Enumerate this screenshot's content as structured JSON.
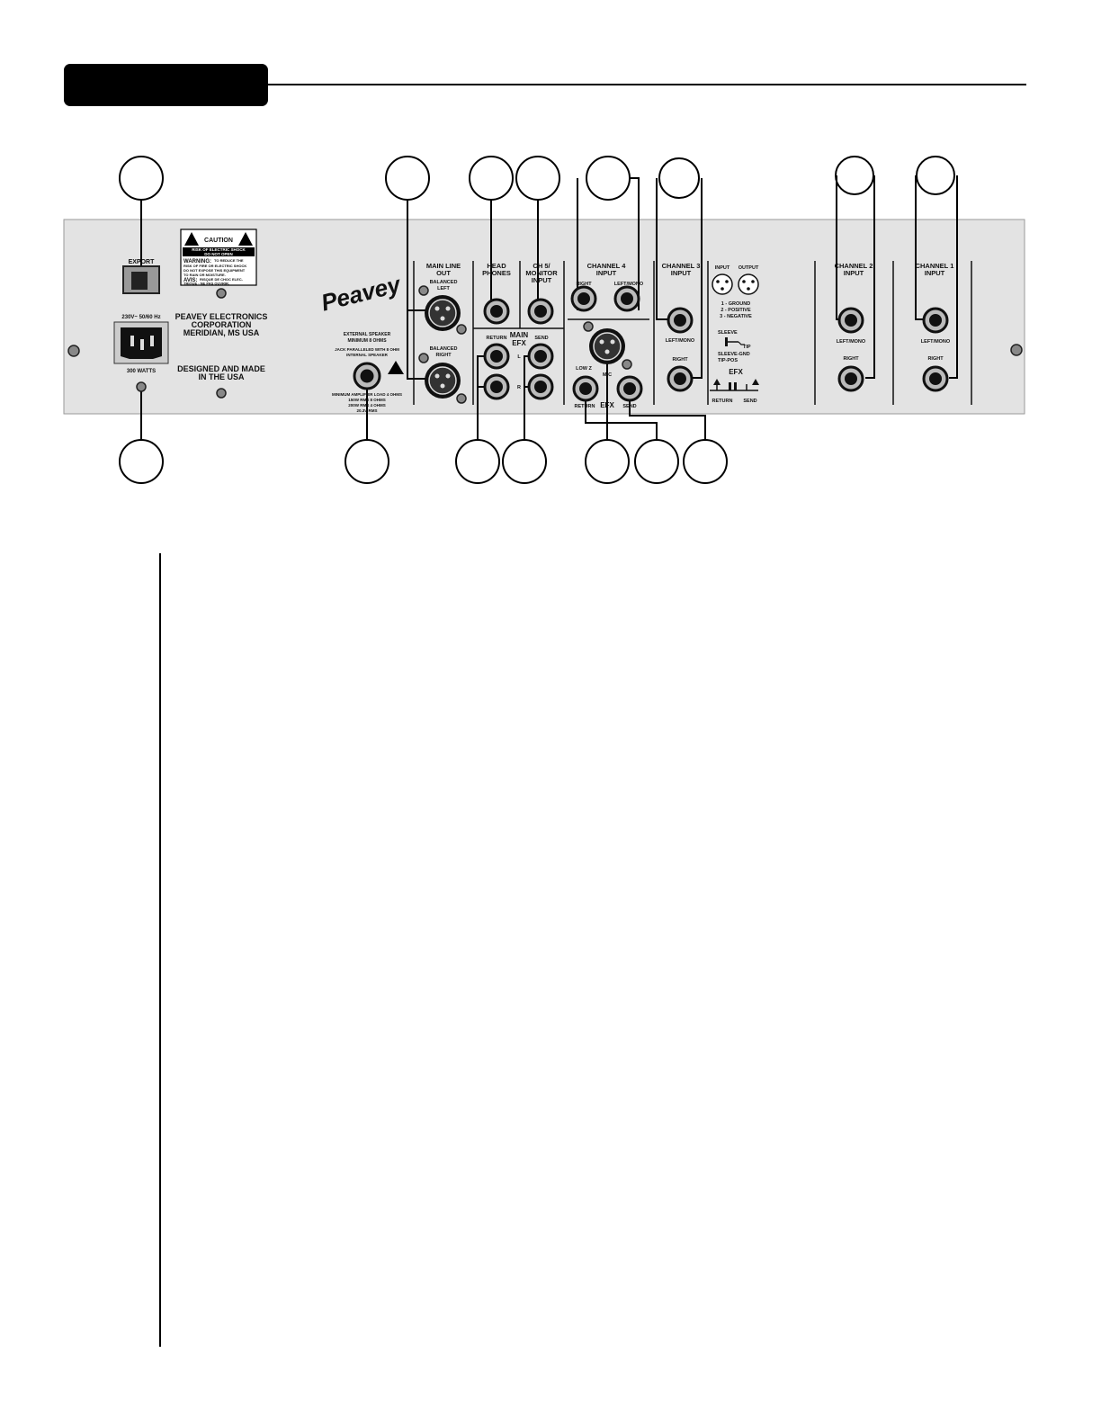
{
  "panel": {
    "export_label": "EXPORT",
    "caution": {
      "title": "CAUTION",
      "line1": "RISK OF ELECTRIC SHOCK",
      "line2": "DO NOT OPEN",
      "warning_label": "WARNING:",
      "warning_l1": "TO REDUCE THE",
      "warning_l2": "RISK OF FIRE OR ELECTRIC SHOCK",
      "warning_l3": "DO NOT EXPOSE THIS EQUIPMENT",
      "warning_l4": "TO RAIN OR MOISTURE.",
      "avis_label": "AVIS:",
      "avis_l1": "RISQUE DE CHOC ELEC-",
      "avis_l2": "TRIQUE - NE PAS OUVRIR."
    },
    "power": {
      "rating": "230V~ 50/60 Hz",
      "watts": "300 WATTS"
    },
    "company": {
      "line1": "PEAVEY ELECTRONICS",
      "line2": "CORPORATION",
      "line3": "MERIDIAN, MS USA"
    },
    "made": {
      "line1": "DESIGNED AND MADE",
      "line2": "IN THE USA"
    },
    "logo_text": "Peavey",
    "speaker": {
      "line1": "EXTERNAL SPEAKER",
      "line2": "MINIMUM 8 OHMS",
      "line3": "JACK PARALLELED WITH 8 OHM",
      "line4": "INTERNAL SPEAKER",
      "line5": "MINIMUM AMPLIFIER LOAD 4 OHMS",
      "line6": "150W RMS 8 OHMS",
      "line7": "200W RMS 4 OHMS",
      "line8": "20.3V RMS"
    },
    "main_line_out": {
      "t1": "MAIN LINE",
      "t2": "OUT",
      "bl1": "BALANCED",
      "bl2": "LEFT",
      "br1": "BALANCED",
      "br2": "RIGHT"
    },
    "headphones": {
      "t1": "HEAD",
      "t2": "PHONES"
    },
    "ch5": {
      "t1": "CH 5/",
      "t2": "MONITOR",
      "t3": "INPUT"
    },
    "main_efx": {
      "t1": "MAIN",
      "t2": "EFX",
      "return": "RETURN",
      "send": "SEND",
      "l": "L",
      "r": "R"
    },
    "ch4": {
      "t1": "CHANNEL 4",
      "t2": "INPUT",
      "right": "RIGHT",
      "leftmono": "LEFT/MONO",
      "lowz": "LOW Z",
      "mic": "MIC",
      "return": "RETURN",
      "efx": "EFX",
      "send": "SEND"
    },
    "ch3": {
      "t1": "CHANNEL 3",
      "t2": "INPUT",
      "leftmono": "LEFT/MONO",
      "right": "RIGHT"
    },
    "xlr_legend": {
      "input": "INPUT",
      "output": "OUTPUT",
      "l1": "1 - GROUND",
      "l2": "2 - POSITIVE",
      "l3": "3 - NEGATIVE"
    },
    "efx_legend": {
      "sleeve": "SLEEVE",
      "tip": "TIP",
      "l1": "SLEEVE-GND",
      "l2": "TIP-POS",
      "efx": "EFX",
      "return": "RETURN",
      "send": "SEND"
    },
    "ch2": {
      "t1": "CHANNEL 2",
      "t2": "INPUT",
      "leftmono": "LEFT/MONO",
      "right": "RIGHT"
    },
    "ch1": {
      "t1": "CHANNEL 1",
      "t2": "INPUT",
      "leftmono": "LEFT/MONO",
      "right": "RIGHT"
    }
  },
  "colors": {
    "panel_bg": "#e3e3e3",
    "ink": "#111111"
  }
}
